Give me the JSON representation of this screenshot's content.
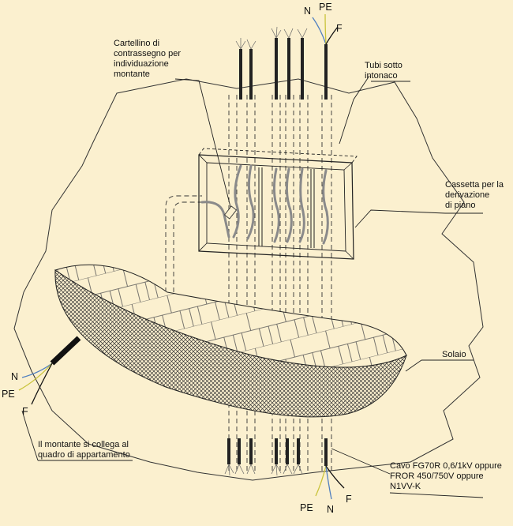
{
  "labels": {
    "cartellino": [
      "Cartellino di",
      "contrassegno  per",
      "individuazione",
      "montante"
    ],
    "tubi": [
      "Tubi  sotto",
      "intonaco"
    ],
    "cassetta": [
      "Cassetta per la",
      "derivazione",
      "di piano"
    ],
    "solaio": "Solaio",
    "montante": [
      "Il montante si collega al",
      "quadro di appartamento"
    ],
    "cavo": [
      "Cavo FG70R 0,6/1kV oppure",
      "FROR 450/750V oppure",
      "N1VV-K"
    ]
  },
  "wires": {
    "top": {
      "n": "N",
      "pe": "PE",
      "f": "F"
    },
    "left": {
      "n": "N",
      "pe": "PE",
      "f": "F"
    },
    "bottom": {
      "pe": "PE",
      "n": "N",
      "f": "F"
    }
  },
  "colors": {
    "background": "#fbf0cf",
    "neutral_wire": "#4f7fc0",
    "earth_wire": "#c9c33a",
    "line": "#111111"
  }
}
